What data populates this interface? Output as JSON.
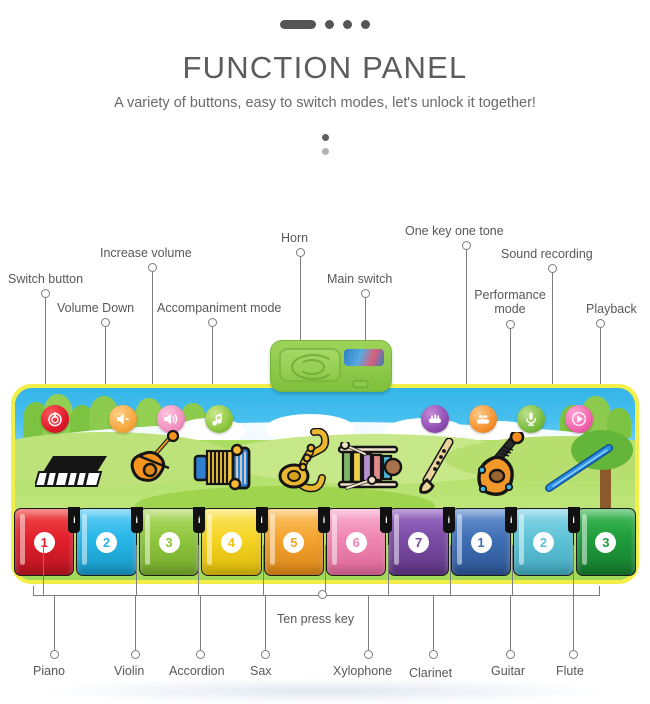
{
  "header": {
    "title": "FUNCTION PANEL",
    "subtitle": "A variety of buttons, easy to switch modes, let's unlock it together!",
    "pager": {
      "bar": "active-page",
      "dots": [
        "dot",
        "dot",
        "dot"
      ]
    }
  },
  "top_callouts": [
    {
      "label": "Switch button",
      "color": "#58585a"
    },
    {
      "label": "Increase volume",
      "color": "#58585a"
    },
    {
      "label": "Volume Down",
      "color": "#58585a"
    },
    {
      "label": "Accompaniment mode",
      "color": "#58585a"
    },
    {
      "label": "Horn",
      "color": "#58585a"
    },
    {
      "label": "Main switch",
      "color": "#58585a"
    },
    {
      "label": "One key one tone",
      "color": "#58585a"
    },
    {
      "label": "Performance mode",
      "color": "#58585a"
    },
    {
      "label": "Sound recording",
      "color": "#58585a"
    },
    {
      "label": "Playback",
      "color": "#58585a"
    }
  ],
  "bottom_callouts": [
    {
      "label": "Piano"
    },
    {
      "label": "Violin"
    },
    {
      "label": "Accordion"
    },
    {
      "label": "Sax"
    },
    {
      "label": "Xylophone"
    },
    {
      "label": "Clarinet"
    },
    {
      "label": "Guitar"
    },
    {
      "label": "Flute"
    },
    {
      "label": "Ten press key"
    }
  ],
  "panel_buttons": [
    {
      "name": "power-button",
      "icon": "power-icon",
      "color": "#e0162b",
      "ring": "#b00f20"
    },
    {
      "name": "volume-down-button",
      "icon": "speaker-minus-icon",
      "color": "#f5a63c",
      "ring": "#d98a22"
    },
    {
      "name": "volume-up-button",
      "icon": "speaker-plus-icon",
      "color": "#ef8fc0",
      "ring": "#d96fa8"
    },
    {
      "name": "accompaniment-mode-button",
      "icon": "music-note-icon",
      "color": "#8cc63f",
      "ring": "#6fa82d"
    },
    {
      "name": "one-key-one-tone-button",
      "icon": "one-key-icon",
      "color": "#8e4bb0",
      "ring": "#723a8e"
    },
    {
      "name": "performance-mode-button",
      "icon": "performance-icon",
      "color": "#f5912e",
      "ring": "#d4761b"
    },
    {
      "name": "sound-recording-button",
      "icon": "microphone-icon",
      "color": "#79bc3f",
      "ring": "#5f9c2b"
    },
    {
      "name": "playback-button",
      "icon": "play-icon",
      "color": "#ef63ab",
      "ring": "#cf4890"
    }
  ],
  "instruments": [
    {
      "name": "piano-illustration"
    },
    {
      "name": "violin-illustration"
    },
    {
      "name": "accordion-illustration"
    },
    {
      "name": "saxophone-illustration"
    },
    {
      "name": "xylophone-illustration"
    },
    {
      "name": "clarinet-illustration"
    },
    {
      "name": "guitar-illustration"
    },
    {
      "name": "flute-illustration"
    }
  ],
  "keys": [
    {
      "number": "1",
      "color": "#e2202c",
      "text_color": "#e2202c"
    },
    {
      "number": "2",
      "color": "#27b7e8",
      "text_color": "#27b7e8"
    },
    {
      "number": "3",
      "color": "#8fc63e",
      "text_color": "#8fc63e"
    },
    {
      "number": "4",
      "color": "#f5d423",
      "text_color": "#f0c410"
    },
    {
      "number": "5",
      "color": "#f4a32d",
      "text_color": "#f4a32d"
    },
    {
      "number": "6",
      "color": "#ef86b2",
      "text_color": "#ef86b2"
    },
    {
      "number": "7",
      "color": "#7b4ca5",
      "text_color": "#7b4ca5"
    },
    {
      "number": "1",
      "color": "#3f6fb5",
      "text_color": "#3f6fb5"
    },
    {
      "number": "2",
      "color": "#5fc3d8",
      "text_color": "#5fc3d8"
    },
    {
      "number": "3",
      "color": "#1f9d3c",
      "text_color": "#1f9d3c"
    }
  ],
  "black_keys": [
    "i",
    "i",
    "i",
    "i",
    "i",
    "i",
    "i",
    "i",
    "i"
  ],
  "module": {
    "name": "control-module",
    "sticker": "decorative-sticker"
  },
  "colors": {
    "mat_border": "#f2ef4a",
    "mat_green": "#7bc043",
    "sky": "#34b5e8",
    "grass": "#a8dd5e",
    "leader": "#7c7c7e",
    "text": "#58585a"
  }
}
